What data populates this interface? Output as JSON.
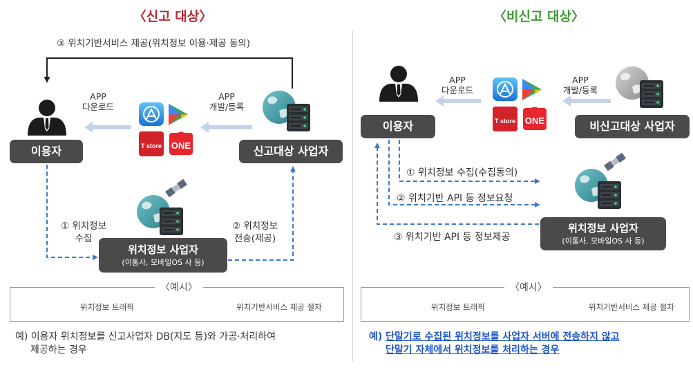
{
  "left": {
    "title": "〈신고 대상〉",
    "top_flow": "③ 위치기반서비스 제공(위치정보 이용·제공 동의)",
    "app_download": [
      "APP",
      "다운로드"
    ],
    "app_dev": [
      "APP",
      "개발/등록"
    ],
    "user": "이용자",
    "provider": "신고대상 사업자",
    "location_provider": "위치정보 사업자",
    "location_provider_sub": "(이통사, 모바일OS 사 등)",
    "step1": [
      "① 위치정보",
      "수집"
    ],
    "step2": [
      "② 위치정보",
      "전송(제공)"
    ],
    "legend_title": "〈예시〉",
    "legend_dashed": "위치정보 트래픽",
    "legend_solid": "위치기반서비스 제공 절차",
    "note_line1": "예) 이용자 위치정보를 신고사업자 DB(지도 등)와 가공·처리하여",
    "note_line2": "제공하는 경우"
  },
  "right": {
    "title": "〈비신고 대상〉",
    "app_download": [
      "APP",
      "다운로드"
    ],
    "app_dev": [
      "APP",
      "개발/등록"
    ],
    "user": "이용자",
    "provider": "비신고대상 사업자",
    "location_provider": "위치정보 사업자",
    "location_provider_sub": "(이통사, 모바일OS 사 등)",
    "step1": "① 위치정보 수집(수집동의)",
    "step2": "② 위치기반 API 등 정보요청",
    "step3": "③ 위치기반 API 등 정보제공",
    "legend_title": "〈예시〉",
    "legend_dashed": "위치정보 트래픽",
    "legend_solid": "위치기반서비스 제공 절차",
    "note_prefix": "예)",
    "note_line1": "단말기로 수집된 위치정보를 사업자 서버에 전송하지 않고",
    "note_line2": "단말기 자체에서 위치정보를 처리하는 경우"
  },
  "stores": {
    "tstore": "T store",
    "one": "ONE"
  },
  "colors": {
    "title_left": "#b8292f",
    "title_right": "#3b9a2f",
    "dashed_arrow": "#3a78c9",
    "light_arrow": "#c4d2ea",
    "dark_box": "#4a4a4a",
    "note_blue": "#1d55c6"
  }
}
